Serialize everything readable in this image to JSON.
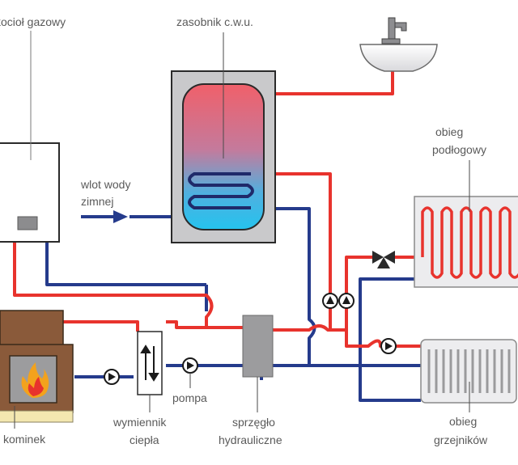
{
  "labels": {
    "boiler": "kocioł gazowy",
    "tank": "zasobnik c.w.u.",
    "inlet_line1": "wlot wody",
    "inlet_line2": "zimnej",
    "floor_line1": "obieg",
    "floor_line2": "podłogowy",
    "fireplace": "kominek",
    "exchanger_line1": "wymiennik",
    "exchanger_line2": "ciepła",
    "pump": "pompa",
    "coupler_line1": "sprzęgło",
    "coupler_line2": "hydrauliczne",
    "radiator_line1": "obieg",
    "radiator_line2": "grzejników"
  },
  "colors": {
    "hot_pipe": "#e8332d",
    "cold_pipe": "#253b8c",
    "tank_shell": "#c9c9cb",
    "fireplace": "#8a5a3a",
    "coupler": "#9c9c9e",
    "background": "#ffffff"
  },
  "icons": {
    "pump": "pump-icon",
    "valve": "three-way-valve-icon",
    "flame": "flame-icon",
    "faucet": "faucet-icon",
    "arrow": "inlet-arrow-icon"
  }
}
